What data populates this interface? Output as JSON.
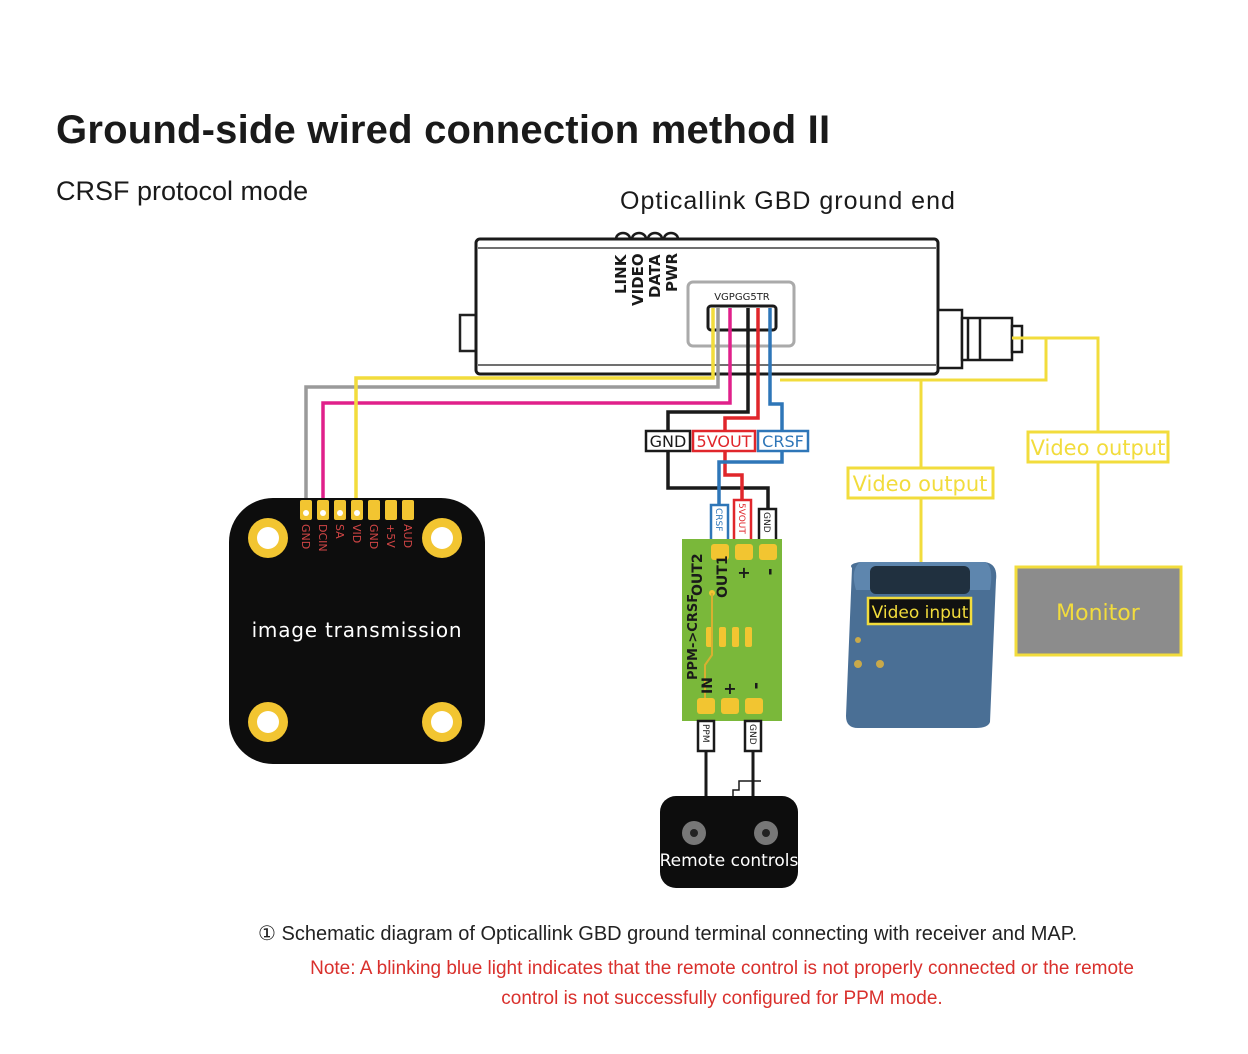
{
  "header": {
    "title": "Ground-side wired connection method II",
    "subtitle": "CRSF protocol mode"
  },
  "gbd": {
    "label": "Opticallink GBD ground end",
    "leds": [
      "LINK",
      "VIDEO",
      "DATA",
      "PWR"
    ],
    "pin_header": "VGPGG5TR"
  },
  "wires": {
    "gnd": "GND",
    "vout": "5VOUT",
    "crsf": "CRSF"
  },
  "vtx": {
    "label": "image transmission",
    "pins": [
      "GND",
      "DCIN",
      "SA",
      "VID",
      "GND",
      "+5V",
      "AUD"
    ]
  },
  "converter": {
    "name": "PPM->CRSF",
    "out2": "OUT2",
    "out1": "OUT1",
    "in": "IN",
    "plus": "+",
    "minus": "-",
    "top_pins": [
      "CRSF",
      "5VOUT",
      "GND"
    ],
    "bottom_pins": [
      "PPM",
      "GND"
    ]
  },
  "video": {
    "output1": "Video output",
    "output2": "Video output",
    "goggles_input": "Video input",
    "monitor": "Monitor"
  },
  "remote": {
    "label": "Remote controls"
  },
  "footer": {
    "caption": "① Schematic diagram of Opticallink GBD ground terminal  connecting with receiver and MAP.",
    "note_line1": "Note: A blinking blue light indicates that the remote control is not properly connected or the remote",
    "note_line2": "control is not successfully configured for PPM mode."
  },
  "colors": {
    "yellow": "#f2dc3c",
    "red": "#e0262b",
    "blue": "#2e76b8",
    "magenta": "#e0208a",
    "gray": "#9a9a9a",
    "pcb_green": "#7ab83a",
    "pad_gold": "#f2c531"
  }
}
